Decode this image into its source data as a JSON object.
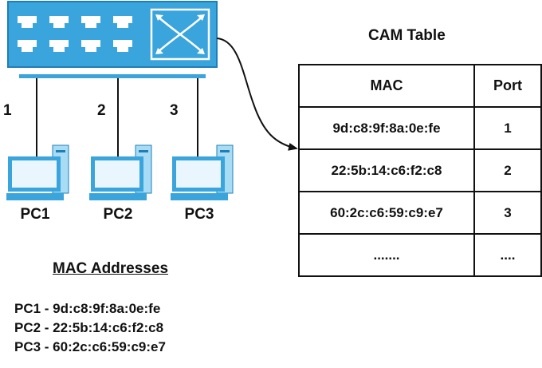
{
  "switch": {
    "port_labels": [
      "1",
      "2",
      "3"
    ]
  },
  "pcs": [
    {
      "label": "PC1"
    },
    {
      "label": "PC2"
    },
    {
      "label": "PC3"
    }
  ],
  "cam_table": {
    "title": "CAM Table",
    "headers": {
      "mac": "MAC",
      "port": "Port"
    },
    "rows": [
      {
        "mac": "9d:c8:9f:8a:0e:fe",
        "port": "1"
      },
      {
        "mac": "22:5b:14:c6:f2:c8",
        "port": "2"
      },
      {
        "mac": "60:2c:c6:59:c9:e7",
        "port": "3"
      },
      {
        "mac": ".......",
        "port": "...."
      }
    ]
  },
  "mac_addresses": {
    "heading": "MAC Addresses",
    "lines": [
      "PC1 - 9d:c8:9f:8a:0e:fe",
      "PC2 - 22:5b:14:c6:f2:c8",
      "PC3 - 60:2c:c6:59:c9:e7"
    ]
  },
  "colors": {
    "switch_blue": "#3aa4dc",
    "switch_light": "#a8dcf5",
    "pc_blue": "#3aa4dc",
    "pc_screen": "#eaf6fd"
  }
}
